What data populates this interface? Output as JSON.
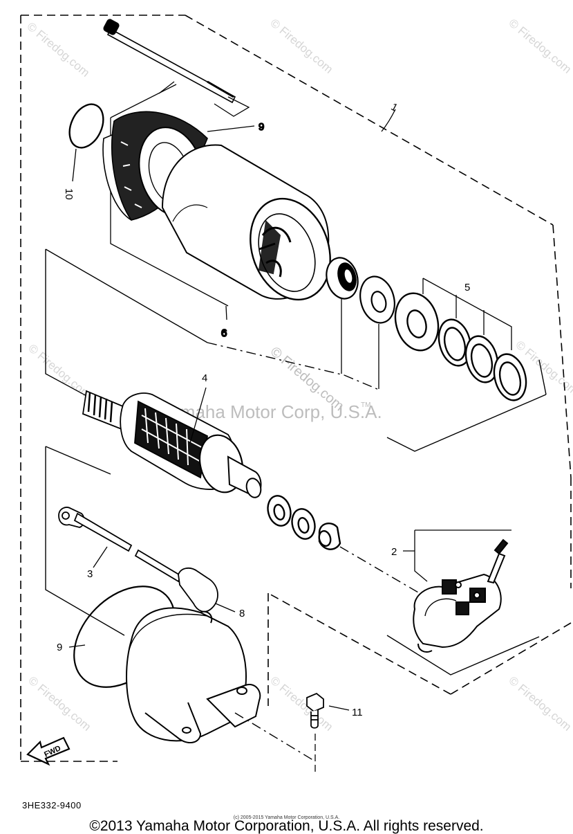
{
  "diagram": {
    "ref_code": "3HE332-9400",
    "small_copyright": "(c) 2005-2015 Yamaha Motor Corporation, U.S.A.",
    "footer_copyright": "©2013 Yamaha Motor Corporation, U.S.A. All rights reserved.",
    "watermark_main": "© Yamaha Motor Corp, U.S.A.",
    "watermark_tm": "TM",
    "watermark_firedog": "© Firedog.com",
    "fwd_label": "FWD",
    "callouts": {
      "c1": "1",
      "c2": "2",
      "c3": "3",
      "c4": "4",
      "c5": "5",
      "c6": "6",
      "c8": "8",
      "c9_top": "9",
      "c9_bottom": "9",
      "c10": "10",
      "c11": "11"
    }
  }
}
